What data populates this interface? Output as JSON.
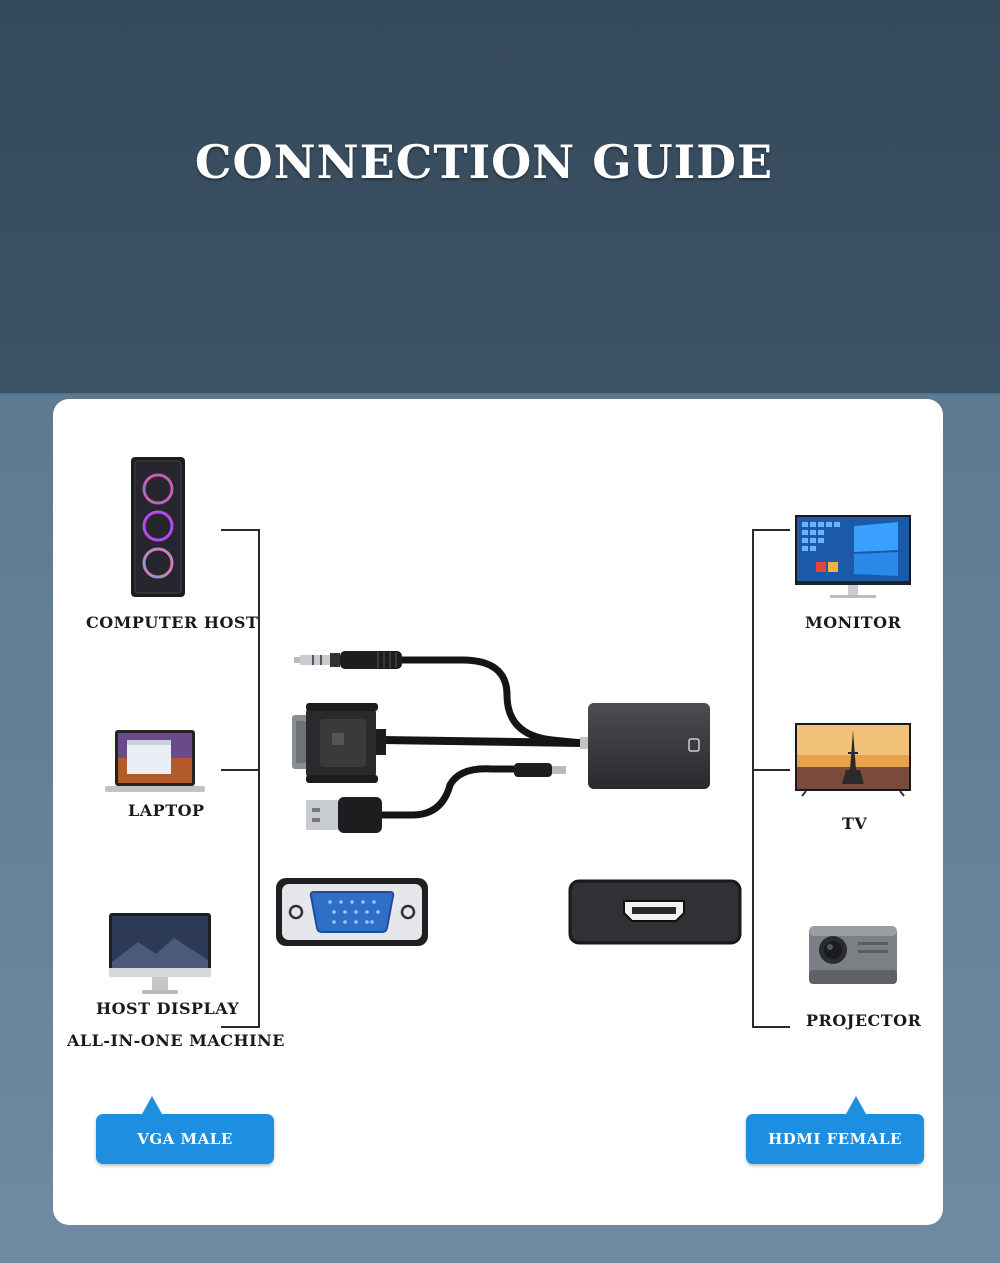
{
  "header": {
    "title": "CONNECTION GUIDE"
  },
  "inputs": [
    {
      "label": "COMPUTER HOST",
      "icon": "computer-tower-icon"
    },
    {
      "label": "LAPTOP",
      "icon": "laptop-icon"
    },
    {
      "label": "HOST DISPLAY",
      "icon": "imac-icon"
    },
    {
      "label": "ALL-IN-ONE MACHINE"
    }
  ],
  "outputs": [
    {
      "label": "MONITOR",
      "icon": "monitor-icon"
    },
    {
      "label": "TV",
      "icon": "tv-icon"
    },
    {
      "label": "PROJECTOR",
      "icon": "projector-icon"
    }
  ],
  "callouts": {
    "left": "VGA MALE",
    "right": "HDMI FEMALE"
  },
  "colors": {
    "header": "#34495a",
    "callout": "#1e8fe0",
    "vga_port": "#2f6fc7"
  }
}
